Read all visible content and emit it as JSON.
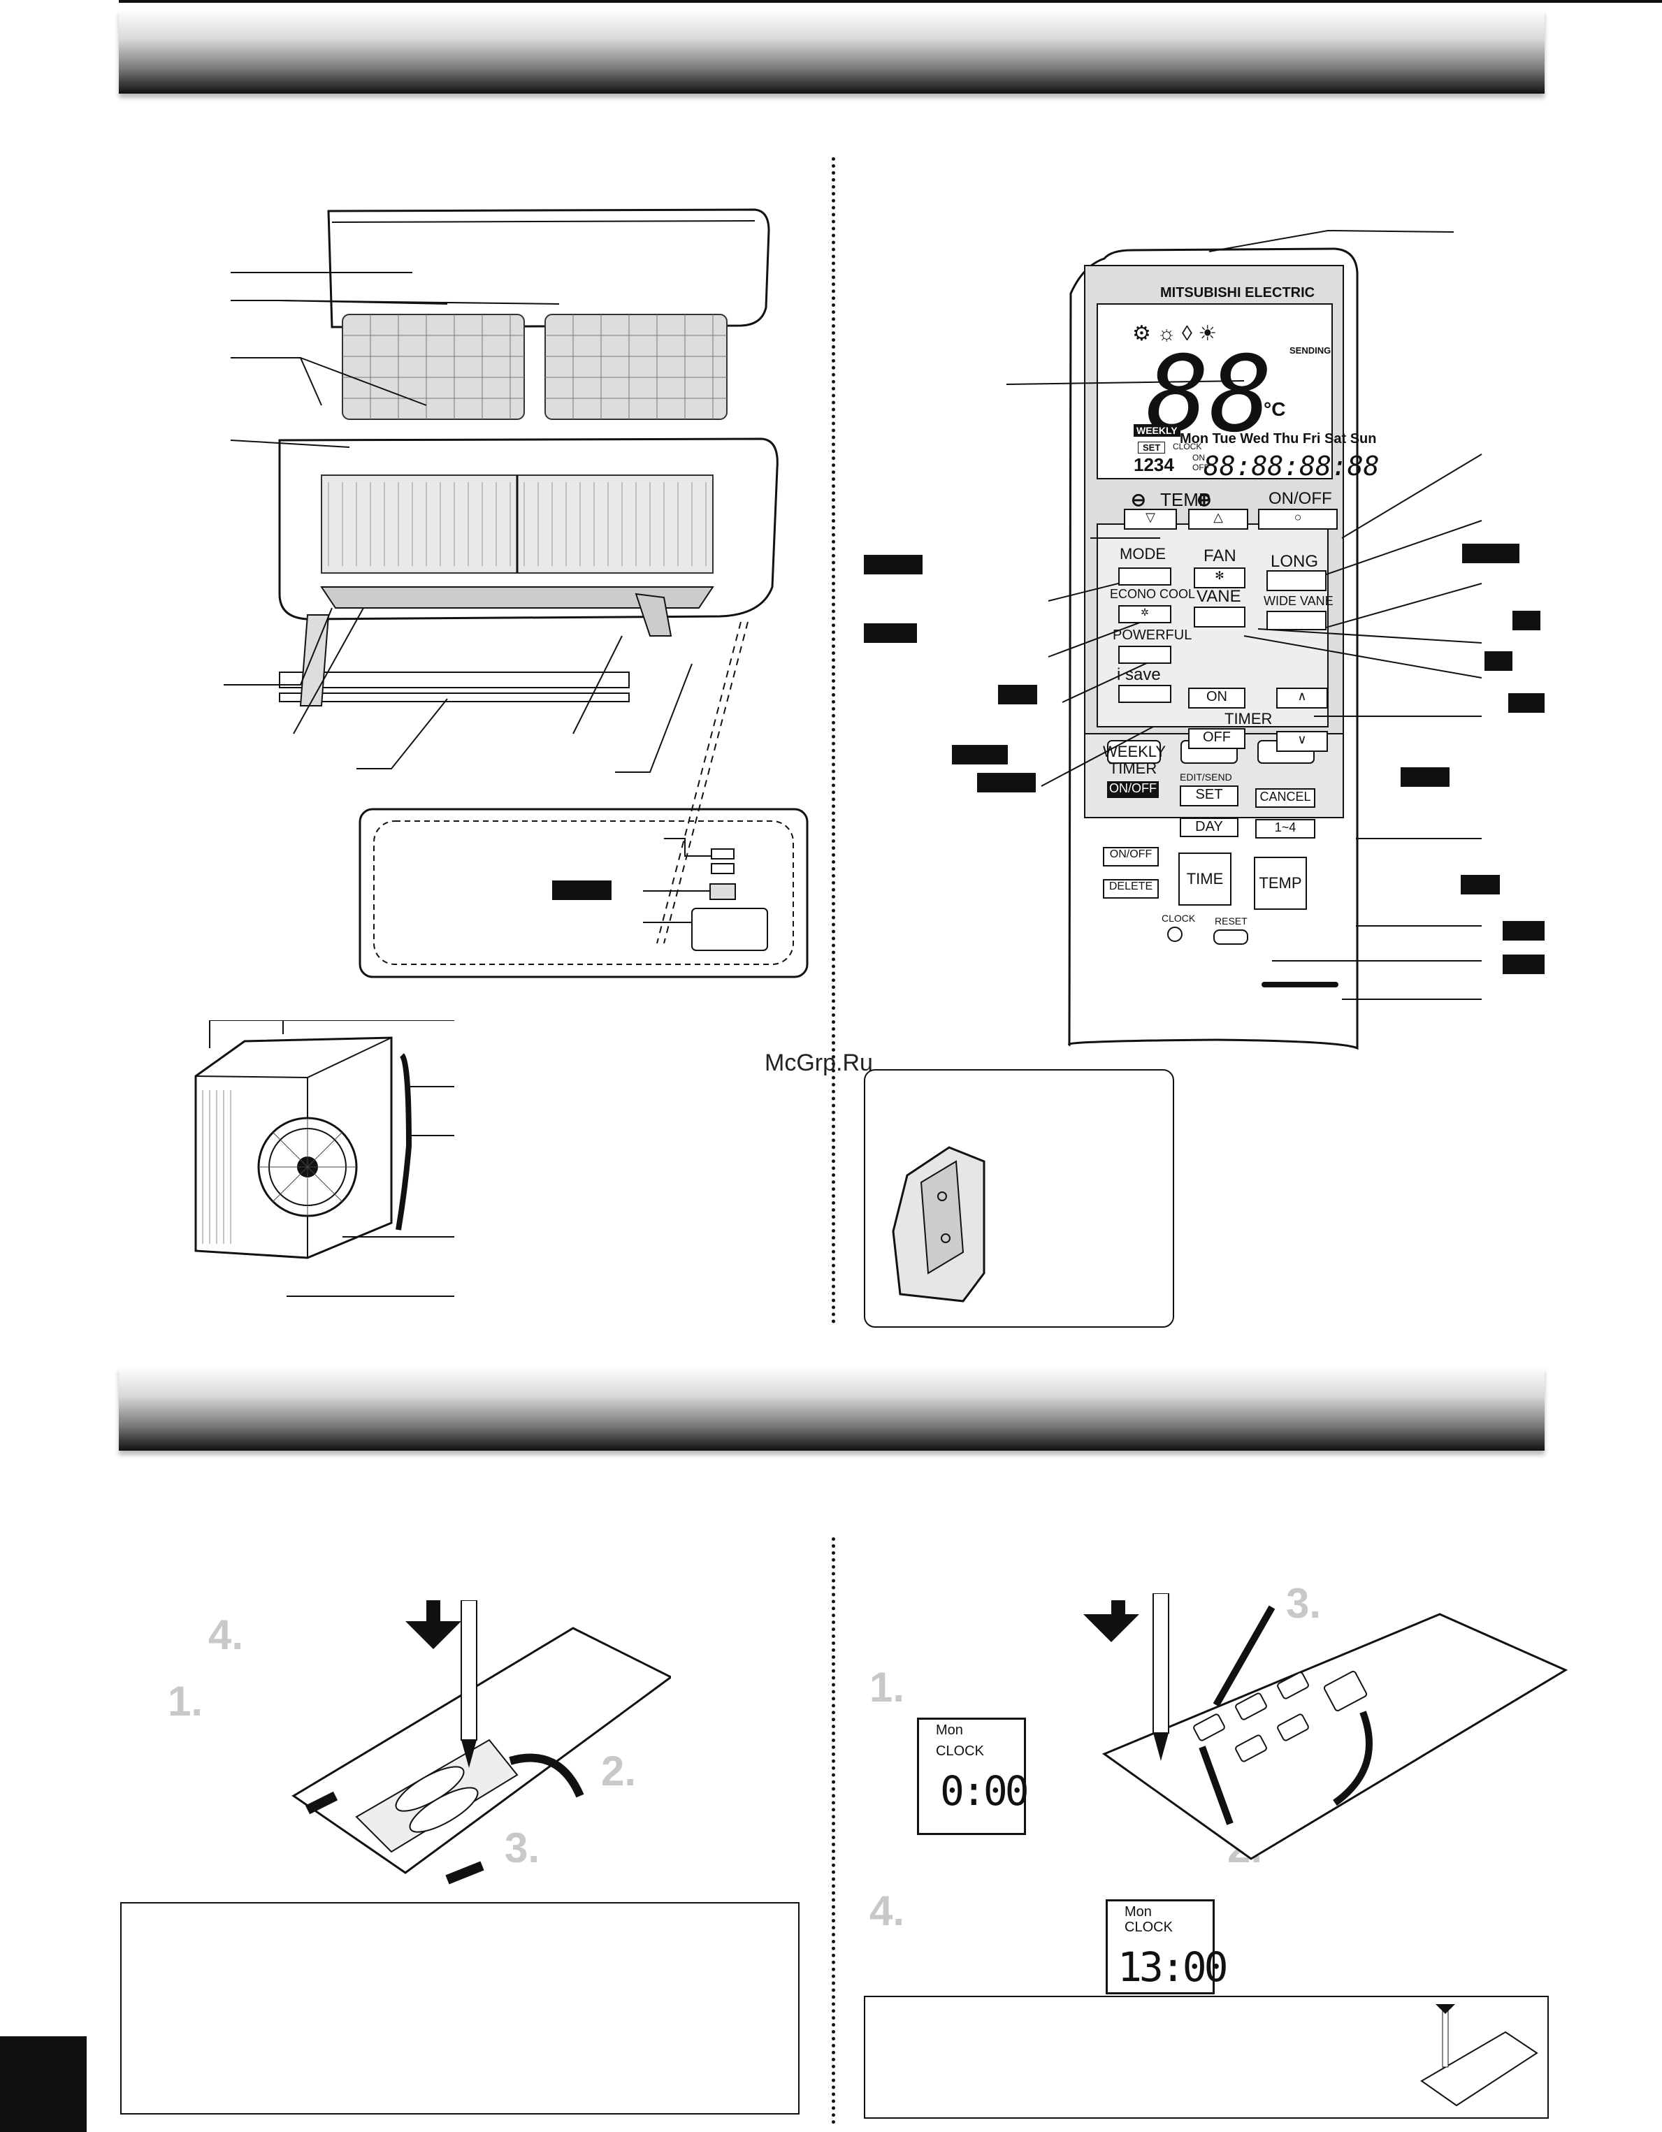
{
  "watermark": "McGrp.Ru",
  "remote": {
    "brand": "MITSUBISHI ELECTRIC",
    "display_temp": "88",
    "display_unit": "°C",
    "display_sending": "SENDING",
    "display_weekly": "WEEKLY",
    "display_days": "Mon Tue Wed Thu Fri Sat Sun",
    "display_set": "SET",
    "display_clock": "CLOCK",
    "display_on": "ON",
    "display_off": "OFF",
    "display_prog": "1234",
    "display_time": "88:88:88:88",
    "temp_label": "TEMP",
    "onoff_label": "ON/OFF",
    "mode": "MODE",
    "econo_cool": "ECONO COOL",
    "powerful": "POWERFUL",
    "isave": "i save",
    "fan": "FAN",
    "vane": "VANE",
    "long": "LONG",
    "wide_vane": "WIDE VANE",
    "timer_on": "ON",
    "timer_label": "TIMER",
    "timer_off": "OFF",
    "weekly_timer": "WEEKLY TIMER",
    "weekly_onoff": "ON/OFF",
    "edit_send": "EDIT/SEND",
    "set": "SET",
    "cancel": "CANCEL",
    "day": "DAY",
    "range": "1~4",
    "onoff_small": "ON/OFF",
    "delete": "DELETE",
    "time": "TIME",
    "temp_btn": "TEMP",
    "clock": "CLOCK",
    "reset": "RESET"
  },
  "battery_steps": [
    "4.",
    "1.",
    "2.",
    "3."
  ],
  "clock_steps": [
    "1.",
    "3.",
    "2.",
    "4."
  ],
  "clock_lcd1": {
    "day": "Mon",
    "label": "CLOCK",
    "digits": "0:00"
  },
  "clock_lcd2": {
    "day": "Mon",
    "label": "CLOCK",
    "digits": "13:00"
  }
}
